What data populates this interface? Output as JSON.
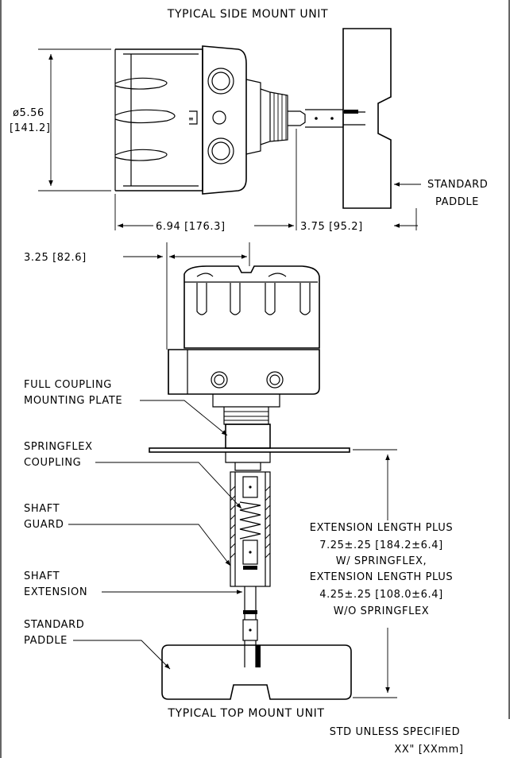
{
  "titles": {
    "side": "TYPICAL SIDE MOUNT UNIT",
    "top": "TYPICAL TOP MOUNT UNIT"
  },
  "dimensions": {
    "diameter": "ø5.56",
    "diameter_mm": "[141.2]",
    "side_length": "6.94 [176.3]",
    "paddle_length": "3.75 [95.2]",
    "top_width": "3.25 [82.6]"
  },
  "labels": {
    "side_paddle_1": "STANDARD",
    "side_paddle_2": "PADDLE",
    "coupling_1": "FULL COUPLING",
    "coupling_2": "MOUNTING PLATE",
    "springflex_1": "SPRINGFLEX",
    "springflex_2": "COUPLING",
    "guard_1": "SHAFT",
    "guard_2": "GUARD",
    "extension_1": "SHAFT",
    "extension_2": "EXTENSION",
    "top_paddle_1": "STANDARD",
    "top_paddle_2": "PADDLE"
  },
  "extension_note": [
    "EXTENSION LENGTH PLUS",
    "7.25±.25 [184.2±6.4]",
    "W/ SPRINGFLEX,",
    "EXTENSION LENGTH PLUS",
    "4.25±.25 [108.0±6.4]",
    "W/O SPRINGFLEX"
  ],
  "footer": {
    "std_note": "STD UNLESS SPECIFIED",
    "units": "XX\" [XXmm]"
  }
}
